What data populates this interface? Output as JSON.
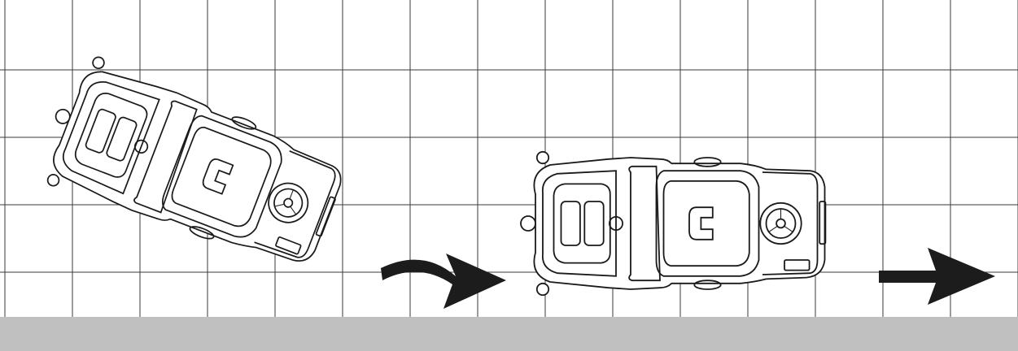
{
  "colors": {
    "background": "#ffffff",
    "grid_line": "#3a3a3a",
    "floor_strip": "#c0c0c0",
    "outline": "#1a1a1a",
    "arrow_fill": "#1c1c1c"
  },
  "grid": {
    "columns": 15,
    "rows": 5
  },
  "figures": [
    {
      "name": "machine-turning",
      "pose": "angled"
    },
    {
      "name": "machine-straight",
      "pose": "aligned"
    }
  ],
  "arrows": [
    {
      "name": "curved-motion-arrow",
      "style": "curved"
    },
    {
      "name": "straight-motion-arrow",
      "style": "straight"
    }
  ]
}
